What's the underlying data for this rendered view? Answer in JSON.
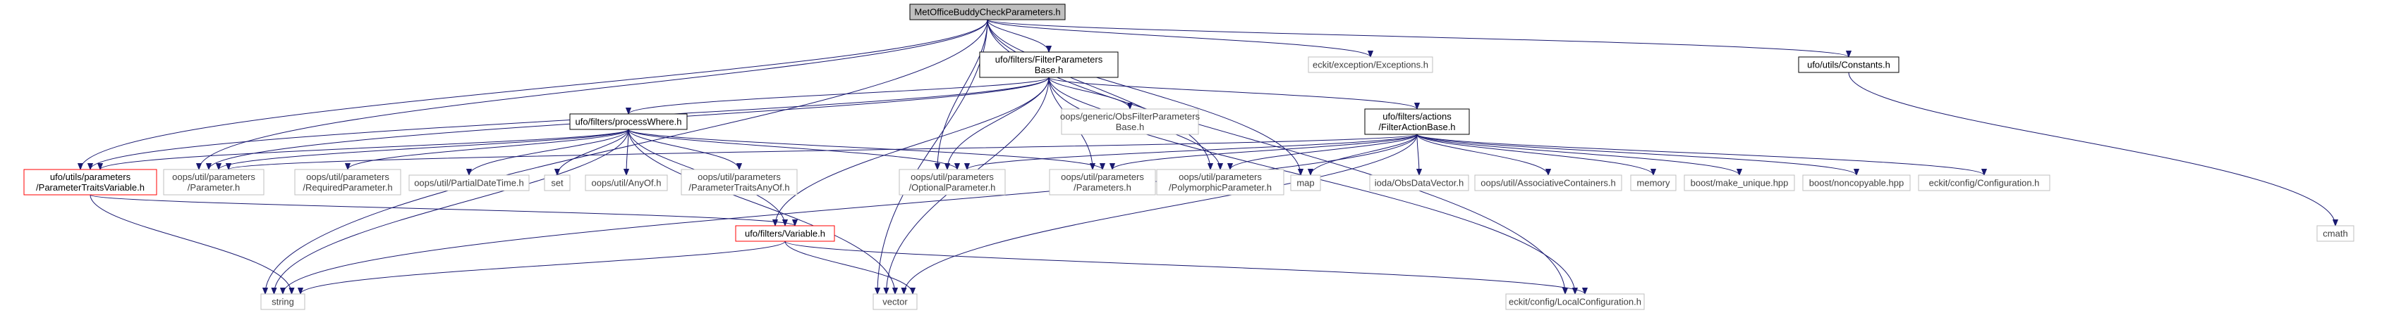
{
  "diagram": {
    "nodes": {
      "root": {
        "lines": [
          "MetOfficeBuddyCheckParameters.h"
        ],
        "style": "root"
      },
      "string": {
        "lines": [
          "string"
        ],
        "style": "system"
      },
      "ptv": {
        "lines": [
          "ufo/utils/parameters",
          "/ParameterTraitsVariable.h"
        ],
        "style": "red"
      },
      "param": {
        "lines": [
          "oops/util/parameters",
          "/Parameter.h"
        ],
        "style": "system"
      },
      "optparam": {
        "lines": [
          "oops/util/parameters",
          "/OptionalParameter.h"
        ],
        "style": "system"
      },
      "vector": {
        "lines": [
          "vector"
        ],
        "style": "system"
      },
      "fpb": {
        "lines": [
          "ufo/filters/FilterParameters",
          "Base.h"
        ],
        "style": "normal"
      },
      "polyparam": {
        "lines": [
          "oops/util/parameters",
          "/PolymorphicParameter.h"
        ],
        "style": "system"
      },
      "map": {
        "lines": [
          "map"
        ],
        "style": "system"
      },
      "exceptions": {
        "lines": [
          "eckit/exception/Exceptions.h"
        ],
        "style": "system"
      },
      "constants": {
        "lines": [
          "ufo/utils/Constants.h"
        ],
        "style": "normal"
      },
      "localconf": {
        "lines": [
          "eckit/config/LocalConfiguration.h"
        ],
        "style": "system"
      },
      "pw": {
        "lines": [
          "ufo/filters/processWhere.h"
        ],
        "style": "normal"
      },
      "variable": {
        "lines": [
          "ufo/filters/Variable.h"
        ],
        "style": "red"
      },
      "ofpb": {
        "lines": [
          "oops/generic/ObsFilterParameters",
          "Base.h"
        ],
        "style": "system"
      },
      "fab": {
        "lines": [
          "ufo/filters/actions",
          "/FilterActionBase.h"
        ],
        "style": "normal"
      },
      "params": {
        "lines": [
          "oops/util/parameters",
          "/Parameters.h"
        ],
        "style": "system"
      },
      "cmath": {
        "lines": [
          "cmath"
        ],
        "style": "system"
      },
      "reqparam": {
        "lines": [
          "oops/util/parameters",
          "/RequiredParameter.h"
        ],
        "style": "system"
      },
      "pdt": {
        "lines": [
          "oops/util/PartialDateTime.h"
        ],
        "style": "system"
      },
      "set": {
        "lines": [
          "set"
        ],
        "style": "system"
      },
      "anyof": {
        "lines": [
          "oops/util/AnyOf.h"
        ],
        "style": "system"
      },
      "ptanyof": {
        "lines": [
          "oops/util/parameters",
          "/ParameterTraitsAnyOf.h"
        ],
        "style": "system"
      },
      "odv": {
        "lines": [
          "ioda/ObsDataVector.h"
        ],
        "style": "system"
      },
      "assoc": {
        "lines": [
          "oops/util/AssociativeContainers.h"
        ],
        "style": "system"
      },
      "memory": {
        "lines": [
          "memory"
        ],
        "style": "system"
      },
      "makeunique": {
        "lines": [
          "boost/make_unique.hpp"
        ],
        "style": "system"
      },
      "noncopyable": {
        "lines": [
          "boost/noncopyable.hpp"
        ],
        "style": "system"
      },
      "config": {
        "lines": [
          "eckit/config/Configuration.h"
        ],
        "style": "system"
      }
    },
    "edges": [
      [
        "root",
        "string"
      ],
      [
        "root",
        "ptv"
      ],
      [
        "root",
        "param"
      ],
      [
        "root",
        "optparam"
      ],
      [
        "root",
        "vector"
      ],
      [
        "root",
        "fpb"
      ],
      [
        "root",
        "polyparam"
      ],
      [
        "root",
        "map"
      ],
      [
        "root",
        "exceptions"
      ],
      [
        "root",
        "constants"
      ],
      [
        "root",
        "localconf"
      ],
      [
        "fpb",
        "ptv"
      ],
      [
        "fpb",
        "param"
      ],
      [
        "fpb",
        "optparam"
      ],
      [
        "fpb",
        "pw"
      ],
      [
        "fpb",
        "variable"
      ],
      [
        "fpb",
        "ofpb"
      ],
      [
        "fpb",
        "fab"
      ],
      [
        "fpb",
        "params"
      ],
      [
        "fpb",
        "polyparam"
      ],
      [
        "fpb",
        "vector"
      ],
      [
        "fpb",
        "localconf"
      ],
      [
        "pw",
        "string"
      ],
      [
        "pw",
        "ptv"
      ],
      [
        "pw",
        "param"
      ],
      [
        "pw",
        "reqparam"
      ],
      [
        "pw",
        "pdt"
      ],
      [
        "pw",
        "set"
      ],
      [
        "pw",
        "anyof"
      ],
      [
        "pw",
        "ptanyof"
      ],
      [
        "pw",
        "optparam"
      ],
      [
        "pw",
        "params"
      ],
      [
        "pw",
        "variable"
      ],
      [
        "pw",
        "vector"
      ],
      [
        "fab",
        "string"
      ],
      [
        "fab",
        "param"
      ],
      [
        "fab",
        "optparam"
      ],
      [
        "fab",
        "params"
      ],
      [
        "fab",
        "polyparam"
      ],
      [
        "fab",
        "map"
      ],
      [
        "fab",
        "odv"
      ],
      [
        "fab",
        "assoc"
      ],
      [
        "fab",
        "memory"
      ],
      [
        "fab",
        "makeunique"
      ],
      [
        "fab",
        "noncopyable"
      ],
      [
        "fab",
        "config"
      ],
      [
        "fab",
        "vector"
      ],
      [
        "ptv",
        "string"
      ],
      [
        "ptv",
        "variable"
      ],
      [
        "variable",
        "string"
      ],
      [
        "variable",
        "vector"
      ],
      [
        "variable",
        "localconf"
      ],
      [
        "constants",
        "cmath"
      ]
    ],
    "colors": {
      "edge": "#191970",
      "root_fill": "#bfbfbf",
      "root_border": "#000000",
      "normal_border": "#000000",
      "red_border": "#ff0000",
      "system_border": "#bfbfbf",
      "system_text": "#000000"
    }
  }
}
